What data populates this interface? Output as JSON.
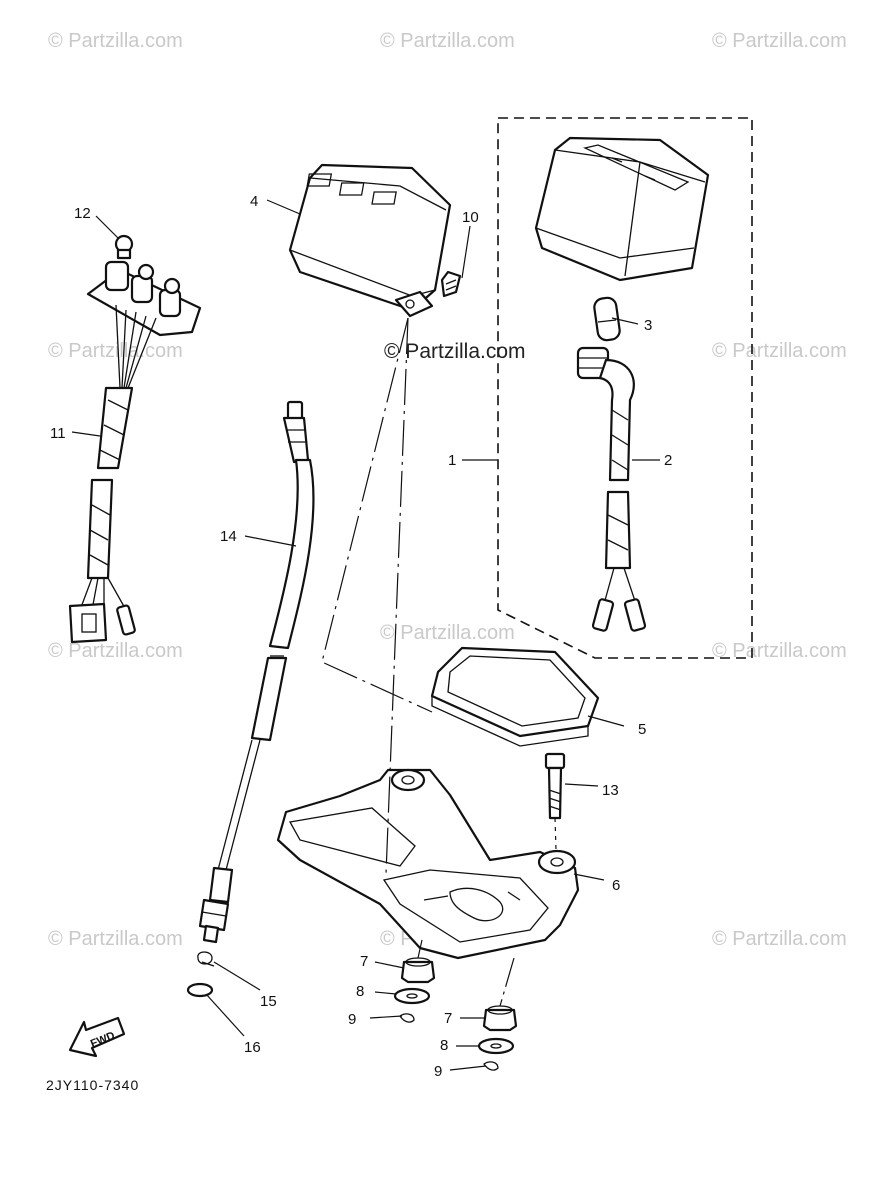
{
  "watermarks": {
    "text": "© Partzilla.com",
    "center_text": "© Partzilla.com"
  },
  "diagram_code": "2JY110-7340",
  "fwd_label": "FWD",
  "callouts": {
    "c1": "1",
    "c2": "2",
    "c3": "3",
    "c4": "4",
    "c5": "5",
    "c6": "6",
    "c7a": "7",
    "c7b": "7",
    "c8a": "8",
    "c8b": "8",
    "c9a": "9",
    "c9b": "9",
    "c10": "10",
    "c11": "11",
    "c12": "12",
    "c13": "13",
    "c14": "14",
    "c15": "15",
    "c16": "16"
  }
}
